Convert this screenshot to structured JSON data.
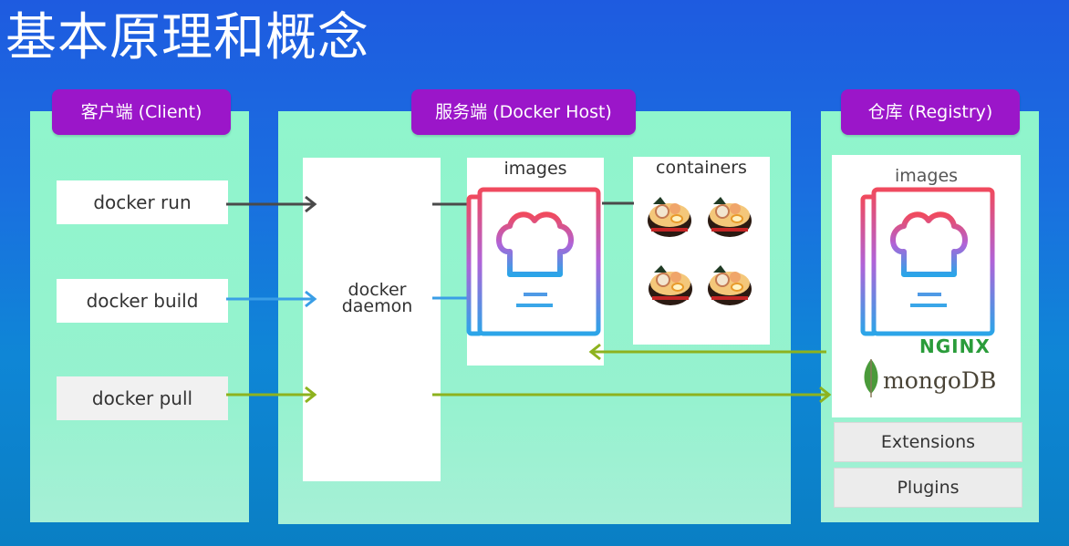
{
  "title": "基本原理和概念",
  "client": {
    "badge": "客户端 (Client)",
    "commands": [
      "docker run",
      "docker build",
      "docker pull"
    ]
  },
  "host": {
    "badge": "服务端 (Docker Host)",
    "daemon_line1": "docker",
    "daemon_line2": "daemon",
    "images_label": "images",
    "containers_label": "containers"
  },
  "registry": {
    "badge": "仓库 (Registry)",
    "images_label": "images",
    "brands": [
      "NGINX",
      "mongoDB"
    ],
    "buttons": [
      "Extensions",
      "Plugins"
    ]
  },
  "icons": [
    "chef-hat-book-icon",
    "ramen-bowl-icon",
    "mongodb-leaf-icon"
  ],
  "colors": {
    "arrow_run": "#4a4a4a",
    "arrow_build": "#3a9ee6",
    "arrow_pull": "#8db21e",
    "badge": "#9b16c9",
    "panel": "#93f3cd"
  }
}
